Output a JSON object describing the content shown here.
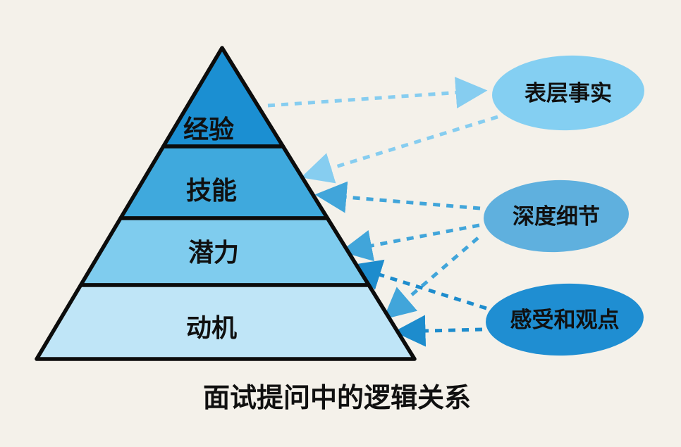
{
  "title": "面试提问中的逻辑关系",
  "pyramid": {
    "layers": [
      {
        "label": "经验",
        "color": "#1b8fd2"
      },
      {
        "label": "技能",
        "color": "#3fa9dd"
      },
      {
        "label": "潜力",
        "color": "#7fccee"
      },
      {
        "label": "动机",
        "color": "#bfe5f7"
      }
    ]
  },
  "bubbles": [
    {
      "label": "表层事实",
      "color": "#84cff2"
    },
    {
      "label": "深度细节",
      "color": "#5fb0de"
    },
    {
      "label": "感受和观点",
      "color": "#1f8ed2"
    }
  ],
  "palette": {
    "light": "#86cdf0",
    "medium": "#41a5da",
    "dark": "#1d8ccd"
  },
  "connections": [
    {
      "from": "经验",
      "to": "表层事实",
      "tone": "light"
    },
    {
      "from": "表层事实",
      "to": "技能",
      "tone": "light"
    },
    {
      "from": "深度细节",
      "to": "技能",
      "tone": "medium"
    },
    {
      "from": "深度细节",
      "to": "潜力",
      "tone": "medium"
    },
    {
      "from": "深度细节",
      "to": "动机",
      "tone": "medium"
    },
    {
      "from": "感受和观点",
      "to": "潜力",
      "tone": "dark"
    },
    {
      "from": "感受和观点",
      "to": "动机",
      "tone": "dark"
    }
  ]
}
